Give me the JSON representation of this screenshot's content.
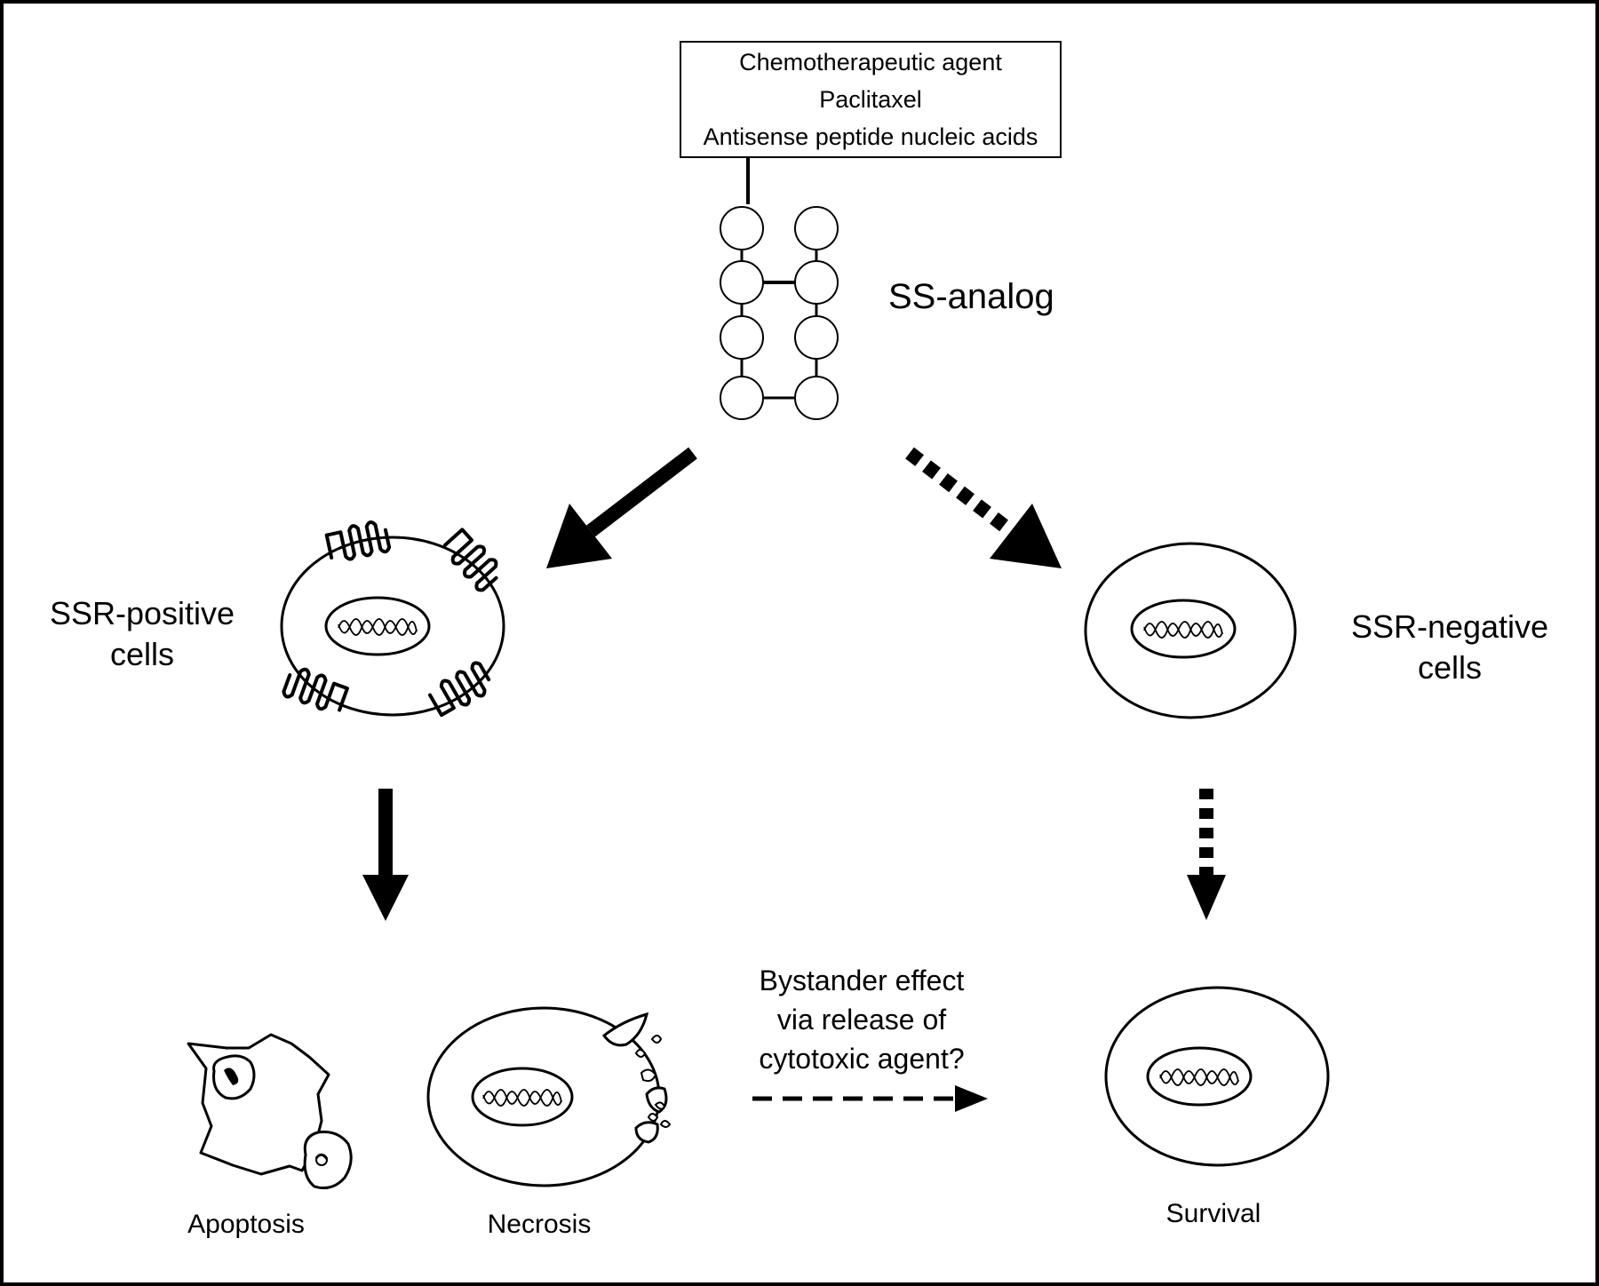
{
  "agent_box": {
    "lines": [
      "Chemotherapeutic agent",
      "Paclitaxel",
      "Antisense peptide nucleic acids"
    ]
  },
  "ss_analog": {
    "label": "SS-analog"
  },
  "ssr_positive": {
    "line1": "SSR-positive",
    "line2": "cells"
  },
  "ssr_negative": {
    "line1": "SSR-negative",
    "line2": "cells"
  },
  "bystander": {
    "line1": "Bystander effect",
    "line2": "via release of",
    "line3": "cytotoxic agent?"
  },
  "outcomes": {
    "apoptosis": "Apoptosis",
    "necrosis": "Necrosis",
    "survival": "Survival"
  },
  "colors": {
    "line": "#000000",
    "background": "#ffffff"
  }
}
